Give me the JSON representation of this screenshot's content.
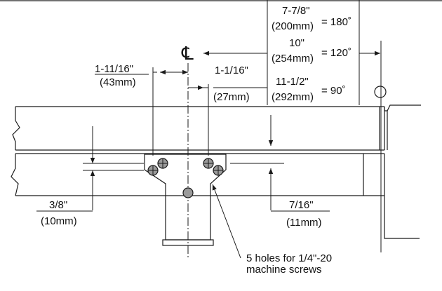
{
  "diagram": {
    "centerline_symbol": "℄",
    "top_dims": [
      {
        "size": "7-7/8\"",
        "metric": "(200mm)",
        "angle": "= 180˚"
      },
      {
        "size": "10\"",
        "metric": "(254mm)",
        "angle": "= 120˚"
      },
      {
        "size": "11-1/2\"",
        "metric": "(292mm)",
        "angle": "= 90˚"
      }
    ],
    "dim_left": {
      "size": "1-11/16\"",
      "metric": "(43mm)"
    },
    "dim_mid": {
      "size": "1-1/16\"",
      "metric": "(27mm)"
    },
    "dim_bottom_left": {
      "size": "3/8\"",
      "metric": "(10mm)"
    },
    "dim_bottom_right": {
      "size": "7/16\"",
      "metric": "(11mm)"
    },
    "holes_note": [
      "5 holes for 1/4\"-20",
      "machine screws"
    ],
    "colors": {
      "hole_fill": "#9a9a9a",
      "line": "#1a1a1a"
    }
  }
}
